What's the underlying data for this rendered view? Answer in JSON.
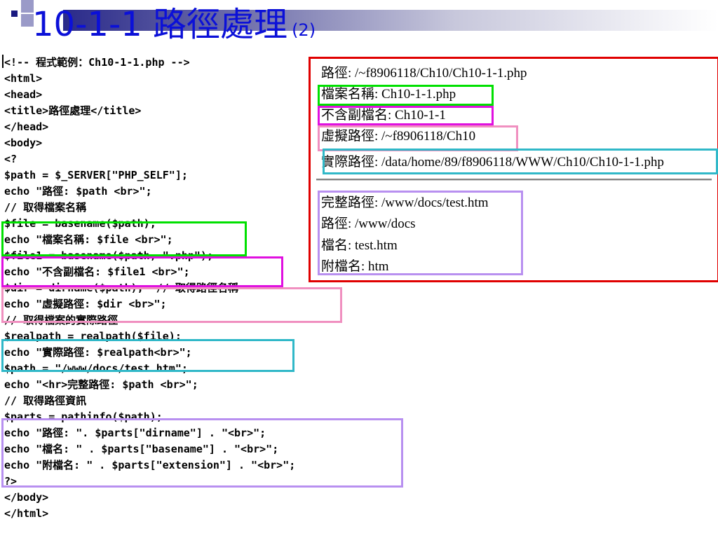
{
  "slide": {
    "title": "10-1-1 路徑處理",
    "title_suffix": "(2)"
  },
  "code_lines": [
    "<!-- 程式範例：Ch10-1-1.php -->",
    "<html>",
    "<head>",
    "<title>路徑處理</title>",
    "</head>",
    "<body>",
    "<?",
    "$path = $_SERVER[\"PHP_SELF\"];",
    "echo \"路徑: $path <br>\";",
    "// 取得檔案名稱",
    "$file = basename($path);",
    "echo \"檔案名稱: $file <br>\";",
    "$file1 = basename($path, \".php\");",
    "echo \"不含副檔名: $file1 <br>\";",
    "$dir = dirname($path);  // 取得路徑名稱",
    "echo \"虛擬路徑: $dir <br>\";",
    "// 取得檔案的實際路徑",
    "$realpath = realpath($file);",
    "echo \"實際路徑: $realpath<br>\";",
    "$path = \"/www/docs/test.htm\";",
    "echo \"<hr>完整路徑: $path <br>\";",
    "// 取得路徑資訊",
    "$parts = pathinfo($path);",
    "echo \"路徑: \". $parts[\"dirname\"] . \"<br>\";",
    "echo \"檔名: \" . $parts[\"basename\"] . \"<br>\";",
    "echo \"附檔名: \" . $parts[\"extension\"] . \"<br>\";",
    "?>",
    "</body>",
    "</html>"
  ],
  "output_lines": [
    "路徑: /~f8906118/Ch10/Ch10-1-1.php",
    "檔案名稱: Ch10-1-1.php",
    "不含副檔名: Ch10-1-1",
    "虛擬路徑: /~f8906118/Ch10",
    "實際路徑: /data/home/89/f8906118/WWW/Ch10/Ch10-1-1.php",
    "完整路徑: /www/docs/test.htm",
    "路徑: /www/docs",
    "檔名: test.htm",
    "附檔名: htm"
  ],
  "colors": {
    "title": "#0b10d8",
    "output_border": "#e00000",
    "green": "#00e000",
    "magenta": "#e010e0",
    "pink": "#f090c0",
    "teal": "#30b8c8",
    "lavender": "#b890f0"
  }
}
